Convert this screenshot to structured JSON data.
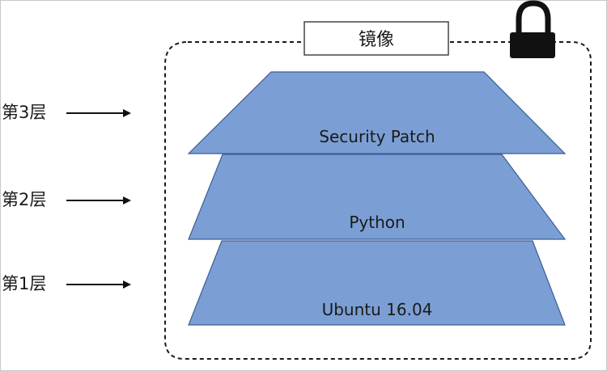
{
  "image_title": "镜像",
  "layers": [
    {
      "label": "第3层",
      "name": "Security Patch"
    },
    {
      "label": "第2层",
      "name": "Python"
    },
    {
      "label": "第1层",
      "name": "Ubuntu 16.04"
    }
  ],
  "colors": {
    "layer_fill": "#7b9fd4",
    "layer_stroke": "#3b5f93",
    "border": "#1a1a1a",
    "lock": "#111111"
  },
  "icons": {
    "lock": "padlock-icon"
  }
}
